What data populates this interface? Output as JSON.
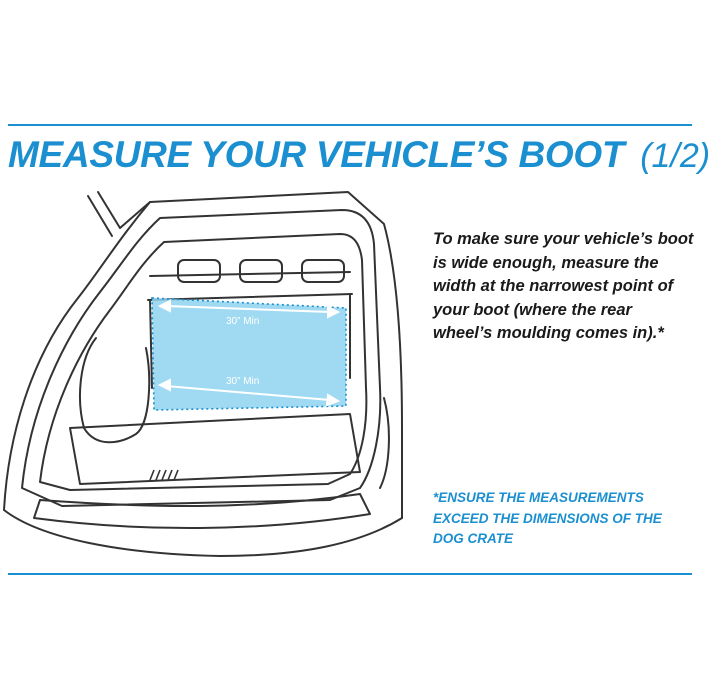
{
  "header": {
    "title": "MEASURE YOUR VEHICLE’S BOOT",
    "step": "(1/2)"
  },
  "description": "To make sure your vehicle’s boot is wide enough, measure the width at the narrowest point of your boot (where the rear wheel’s moulding comes in).*",
  "note": "*ENSURE THE MEASUREMENTS EXCEED THE DIMENSIONS OF THE DOG CRATE",
  "measurements": {
    "upper_label": "30” Min",
    "lower_label": "30” Min"
  },
  "colors": {
    "accent": "#1b8fd0",
    "highlight": "#8fd3f0",
    "outline": "#333333"
  }
}
